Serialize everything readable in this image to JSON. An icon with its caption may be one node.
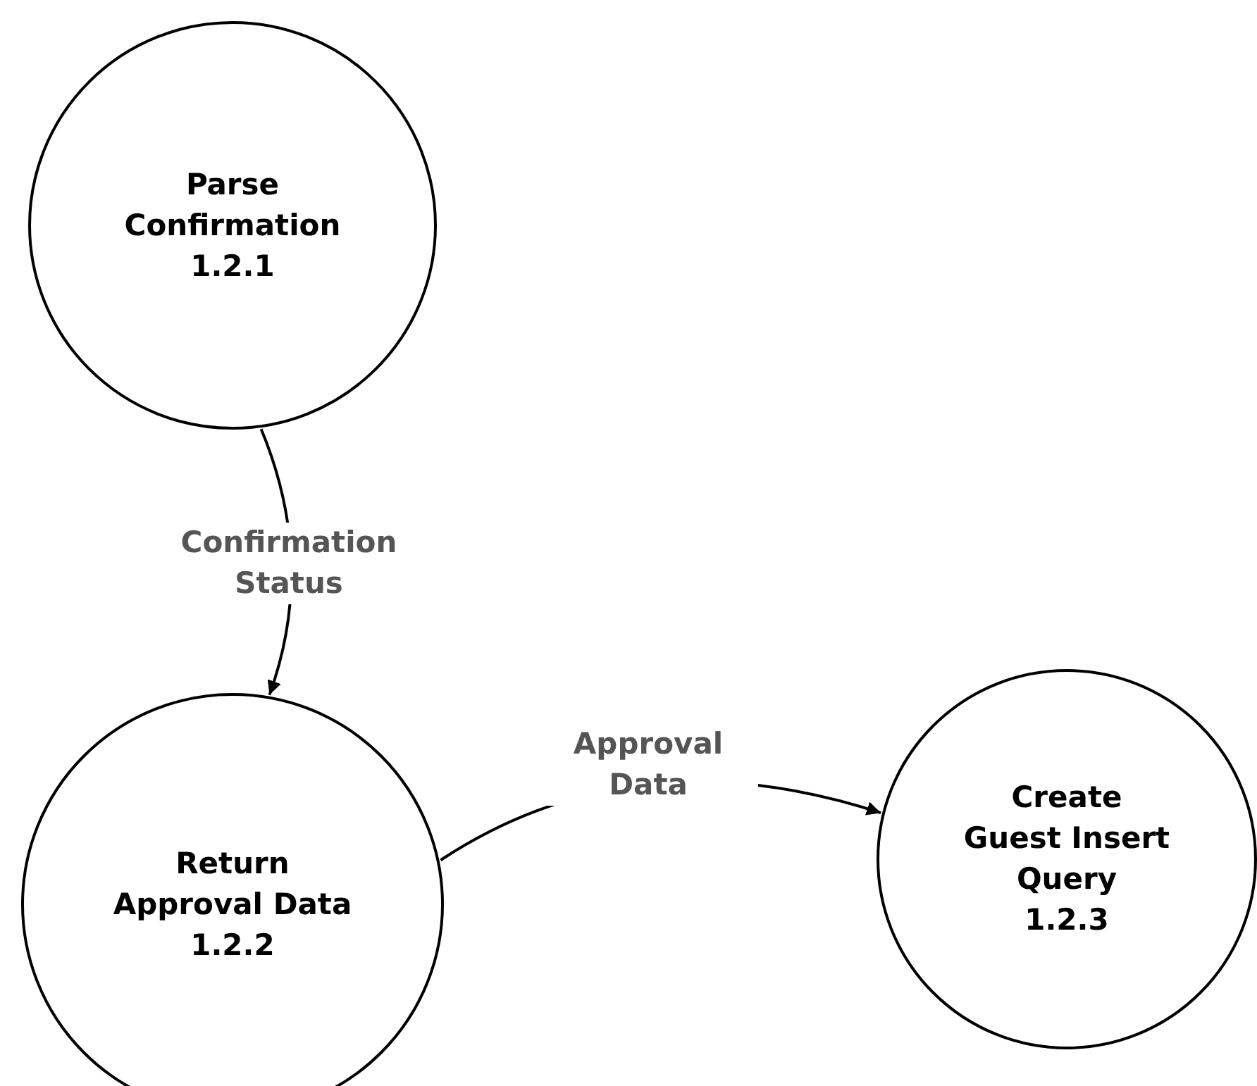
{
  "diagram": {
    "nodes": [
      {
        "text": [
          "Parse Confirmation",
          "1.2.1"
        ]
      },
      {
        "text": [
          "Return Approval Data",
          "1.2.2"
        ]
      },
      {
        "text": [
          "Create Guest Insert Query",
          "1.2.3"
        ]
      }
    ],
    "edges": [
      {
        "from": 0,
        "to": 1,
        "arrow": "to",
        "label": "Confirmation Status"
      },
      {
        "from": 1,
        "to": 2,
        "arrow": "to",
        "label": "Approval Data"
      }
    ]
  }
}
